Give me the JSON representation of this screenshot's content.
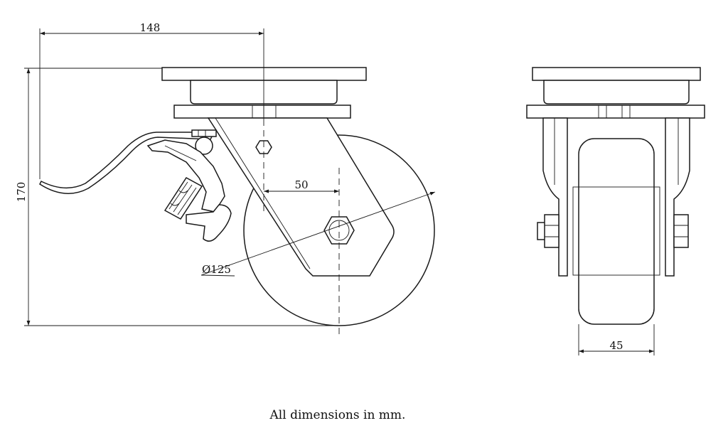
{
  "caption": "All dimensions in mm.",
  "dimensions": {
    "overall_length": "148",
    "overall_height": "170",
    "swivel_offset": "50",
    "wheel_diameter": "Ø125",
    "wheel_width": "45"
  },
  "views": [
    "side-view",
    "front-view"
  ],
  "colors": {
    "line": "#1a1a1a",
    "background": "#ffffff"
  }
}
